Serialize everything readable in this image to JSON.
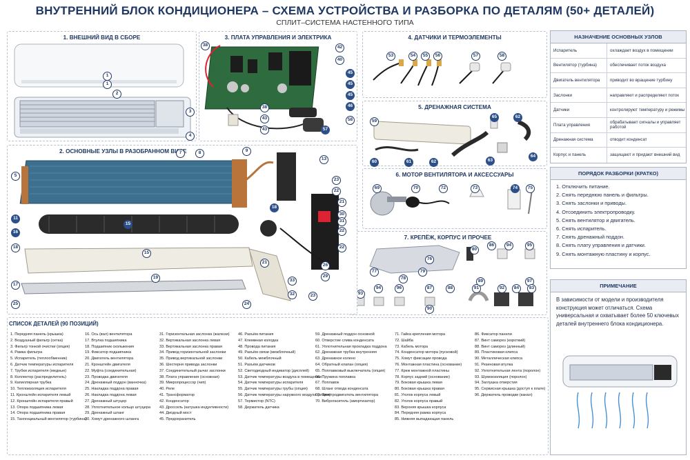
{
  "title": "ВНУТРЕННИЙ БЛОК КОНДИЦИОНЕРА – СХЕМА УСТРОЙСТВА И РАЗБОРКА ПО ДЕТАЛЯМ (50+ ДЕТАЛЕЙ)",
  "subtitle": "СПЛИТ–СИСТЕМА НАСТЕННОГО ТИПА",
  "sections": {
    "s1": "1. ВНЕШНИЙ ВИД В СБОРЕ",
    "s2": "2. ОСНОВНЫЕ УЗЛЫ В РАЗОБРАННОМ ВИДЕ",
    "s3": "3. ПЛАТА УПРАВЛЕНИЯ И ЭЛЕКТРИКА",
    "s4": "4. ДАТЧИКИ И ТЕРМОЭЛЕМЕНТЫ",
    "s5": "5. ДРЕНАЖНАЯ СИСТЕМА",
    "s6": "6. МОТОР ВЕНТИЛЯТОРА И АКСЕССУАРЫ",
    "s7": "7. КРЕПЁЖ, КОРПУС И ПРОЧЕЕ"
  },
  "callouts": {
    "s1": [
      "1",
      "1",
      "2",
      "3",
      "4"
    ],
    "s2": [
      "5",
      "7",
      "8",
      "9",
      "13",
      "23",
      "22",
      "21",
      "11",
      "15",
      "16",
      "18",
      "15",
      "19",
      "17",
      "25",
      "24",
      "33",
      "32",
      "22",
      "22",
      "30",
      "31",
      "29",
      "26",
      "23",
      "18",
      "21"
    ],
    "s3": [
      "38",
      "42",
      "40",
      "45",
      "45",
      "45",
      "46",
      "38",
      "43",
      "43",
      "57",
      "58"
    ],
    "s4": [
      "53",
      "54",
      "55",
      "56",
      "57",
      "58"
    ],
    "s5": [
      "59",
      "65",
      "62",
      "60",
      "61",
      "62",
      "63",
      "64"
    ],
    "s6": [
      "69",
      "70",
      "73",
      "72",
      "74",
      "75"
    ],
    "s7": [
      "76",
      "80",
      "86",
      "94",
      "95",
      "77",
      "78",
      "79",
      "89",
      "97",
      "93",
      "94",
      "96",
      "87",
      "88",
      "90",
      "91",
      "92",
      "84",
      "83"
    ]
  },
  "purpose_table": {
    "header": "НАЗНАЧЕНИЕ ОСНОВНЫХ УЗЛОВ",
    "rows": [
      {
        "part": "Испаритель",
        "purpose": "охлаждает воздух в помещении"
      },
      {
        "part": "Вентилятор (турбина)",
        "purpose": "обеспечивает поток воздуха"
      },
      {
        "part": "Двигатель вентилятора",
        "purpose": "приводит во вращение турбину"
      },
      {
        "part": "Заслонки",
        "purpose": "направляют и распределяют поток"
      },
      {
        "part": "Датчики",
        "purpose": "контролируют температуру и режимы"
      },
      {
        "part": "Плата управления",
        "purpose": "обрабатывает сигналы и управляет работой"
      },
      {
        "part": "Дренажная система",
        "purpose": "отводит конденсат"
      },
      {
        "part": "Корпус и панель",
        "purpose": "защищают и придают внешний вид"
      }
    ]
  },
  "steps": {
    "header": "ПОРЯДОК РАЗБОРКИ (КРАТКО)",
    "items": [
      "1. Отключить питание.",
      "2. Снять переднюю панель и фильтры.",
      "3. Снять заслонки и приводы.",
      "4. Отсоединить электропроводку.",
      "5. Снять вентилятор и двигатель.",
      "6. Снять испаритель.",
      "7. Снять дренажный поддон.",
      "8. Снять плату управления и датчики.",
      "9. Снять монтажную пластину и корпус."
    ]
  },
  "note": {
    "header": "ПРИМЕЧАНИЕ",
    "text": "В зависимости от модели и производителя конструкция может отличаться. Схема универсальная и охватывает более 50 ключевых деталей внутреннего блока кондиционера."
  },
  "parts_list": {
    "header": "СПИСОК ДЕТАЛЕЙ (90 ПОЗИЦИЙ)",
    "columns": [
      [
        "1. Передняя панель (крышка)",
        "2. Воздушный фильтр (сетка)",
        "3. Фильтр тонкой очистки (опция)",
        "4. Рамка фильтра",
        "5. Испаритель (теплообменник)",
        "6. Датчик температуры испарителя",
        "7. Трубки испарителя (медные)",
        "8. Коллектор (распределитель)",
        "9. Капиллярная трубка",
        "10. Теплоизоляция испарителя",
        "11. Кронштейн испарителя левый",
        "12. Кронштейн испарителя правый",
        "13. Опора подшипника левая",
        "14. Опора подшипника правая",
        "15. Тангенциальный вентилятор (турбина)"
      ],
      [
        "16. Ось (вал) вентилятора",
        "17. Втулка подшипника",
        "18. Подшипник скольжения",
        "19. Фиксатор подшипника",
        "20. Двигатель вентилятора",
        "21. Кронштейн двигателя",
        "22. Муфта (соединительная)",
        "23. Проводка двигателя",
        "24. Дренажный поддон (ванночка)",
        "25. Накладка поддона правая",
        "26. Накладка поддона левая",
        "27. Дренажный штуцер",
        "28. Уплотнительное кольцо штуцера",
        "29. Дренажный шланг",
        "30. Хомут дренажного шланга"
      ],
      [
        "31. Горизонтальная заслонка (жалюзи)",
        "32. Вертикальная заслонка левая",
        "33. Вертикальная заслонка правая",
        "34. Привод горизонтальной заслонки",
        "35. Привод вертикальной заслонки",
        "36. Шестерня привода заслонки",
        "37. Соединительный рычаг заслонки",
        "38. Плата управления (основная)",
        "39. Микропроцессор (чип)",
        "40. Реле",
        "41. Трансформатор",
        "42. Конденсатор",
        "43. Дроссель (катушка индуктивности)",
        "44. Диодный мост",
        "45. Предохранитель"
      ],
      [
        "46. Разъём питания",
        "47. Клеммная колодка",
        "48. Провода питания",
        "49. Разъём связи (межблочный)",
        "50. Кабель межблочный",
        "51. Разъём датчиков",
        "52. Светодиодный индикатор (дисплей)",
        "53. Датчик температуры воздуха в помещении",
        "54. Датчик температуры испарителя",
        "55. Датчик температуры трубы (опция)",
        "56. Датчик температуры наружного воздуха (опция)",
        "57. Термистор (NTC)",
        "58. Держатель датчика"
      ],
      [
        "59. Дренажный поддон основной",
        "60. Отверстие слива конденсата",
        "61. Уплотнительная прокладка поддона",
        "62. Дренажная трубка внутренняя",
        "63. Дренажное колено",
        "64. Обратный клапан (опция)",
        "65. Поплавковый выключатель (опция)",
        "66. Пружина поплавка",
        "67. Поплавок",
        "68. Шланг отвода конденсата",
        "69. Электродвигатель вентилятора",
        "70. Виброгаситель (амортизатор)"
      ],
      [
        "71. Гайка крепления мотора",
        "72. Шайба",
        "73. Кабель мотора",
        "74. Конденсатор мотора (пусковой)",
        "75. Хомут фиксации провода",
        "76. Монтажная пластина (основание)",
        "77. Крюк монтажной пластины",
        "78. Корпус задний (основание)",
        "79. Боковая крышка левая",
        "80. Боковая крышка правая",
        "81. Уголок корпуса левый",
        "82. Уголок корпуса правый",
        "83. Верхняя крышка корпуса",
        "84. Передняя рамка корпуса",
        "85. Нижняя выпадающая панель"
      ],
      [
        "86. Фиксатор панели",
        "87. Винт саморез (короткий)",
        "88. Винт саморез (длинный)",
        "89. Пластиковая клипса",
        "90. Металлическая клипса",
        "91. Резиновая втулка",
        "92. Уплотнительная лента (поролон)",
        "93. Шумоизоляция (поролон)",
        "94. Заглушка отверстия",
        "95. Сервисная крышка (доступ к плате)",
        "96. Держатель проводки (канал)"
      ]
    ]
  },
  "colors": {
    "accent": "#1f3763",
    "badge": "#2c4f8a",
    "evaporator": "#3d6f8e",
    "copper": "#b8743a",
    "board": "#2e6b3e"
  }
}
